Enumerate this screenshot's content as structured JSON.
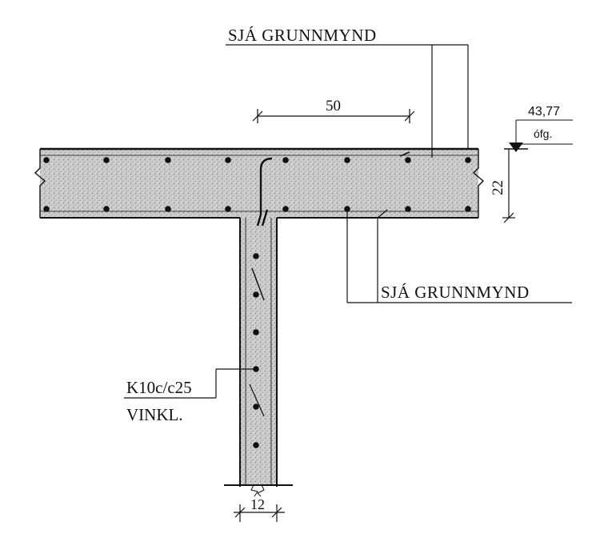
{
  "drawing": {
    "callout_top": "SJÁ GRUNNMYND",
    "callout_bottom": "SJÁ GRUNNMYND",
    "dim_top": "50",
    "dim_slab_thickness": "22",
    "dim_wall_thickness": "12",
    "level_value": "43,77",
    "level_label": "ófg.",
    "rebar_label": "K10c/c25",
    "rebar_sublabel": "VINKL."
  }
}
